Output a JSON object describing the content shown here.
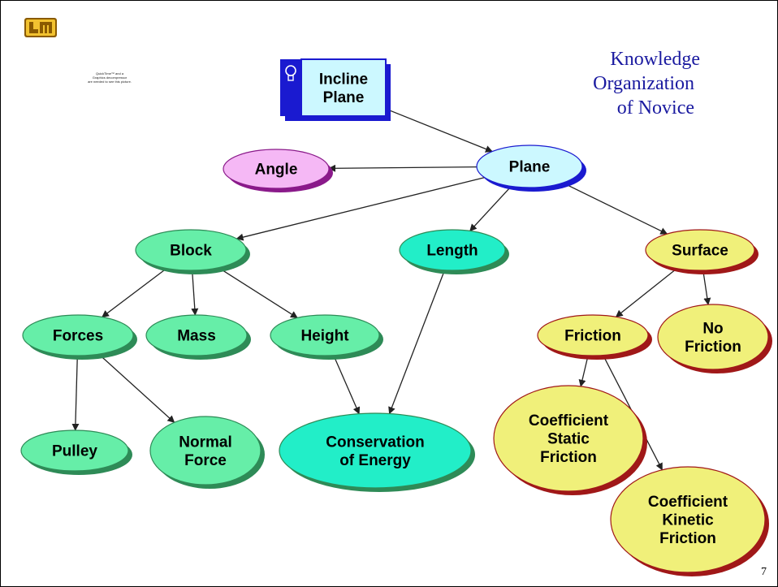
{
  "slide": {
    "title_lines": [
      "Knowledge",
      "Organization",
      "of Novice"
    ],
    "page_number": "7",
    "quicktime_placeholder_lines": [
      "QuickTime™ and a",
      "Graphics decompressor",
      "are needed to see this picture."
    ]
  },
  "colors": {
    "green_node": "#66eea8",
    "teal_node": "#22eec8",
    "yellow_node": "#f0f07a",
    "pink_node": "#f5b8f5",
    "light_cyan_node": "#ccf8ff",
    "shadow_green": "#2e8b57",
    "shadow_red": "#a01818",
    "shadow_purple": "#8a1a8a",
    "shadow_blue": "#1a1ad0",
    "title_color": "#1a1aa0"
  },
  "nodes": {
    "incline_plane": [
      "Incline",
      "Plane"
    ],
    "plane": [
      "Plane"
    ],
    "angle": [
      "Angle"
    ],
    "block": [
      "Block"
    ],
    "length": [
      "Length"
    ],
    "surface": [
      "Surface"
    ],
    "forces": [
      "Forces"
    ],
    "mass": [
      "Mass"
    ],
    "height": [
      "Height"
    ],
    "friction": [
      "Friction"
    ],
    "no_friction": [
      "No",
      "Friction"
    ],
    "pulley": [
      "Pulley"
    ],
    "normal_force": [
      "Normal",
      "Force"
    ],
    "conservation_of_energy": [
      "Conservation",
      "of Energy"
    ],
    "coefficient_static_friction": [
      "Coefficient",
      "Static",
      "Friction"
    ],
    "coefficient_kinetic_friction": [
      "Coefficient",
      "Kinetic",
      "Friction"
    ]
  },
  "edges": [
    [
      "incline_plane",
      "plane"
    ],
    [
      "plane",
      "angle"
    ],
    [
      "plane",
      "block"
    ],
    [
      "plane",
      "length"
    ],
    [
      "plane",
      "surface"
    ],
    [
      "block",
      "forces"
    ],
    [
      "block",
      "mass"
    ],
    [
      "block",
      "height"
    ],
    [
      "forces",
      "pulley"
    ],
    [
      "forces",
      "normal_force"
    ],
    [
      "height",
      "conservation_of_energy"
    ],
    [
      "length",
      "conservation_of_energy"
    ],
    [
      "surface",
      "friction"
    ],
    [
      "surface",
      "no_friction"
    ],
    [
      "friction",
      "coefficient_static_friction"
    ],
    [
      "friction",
      "coefficient_kinetic_friction"
    ]
  ]
}
